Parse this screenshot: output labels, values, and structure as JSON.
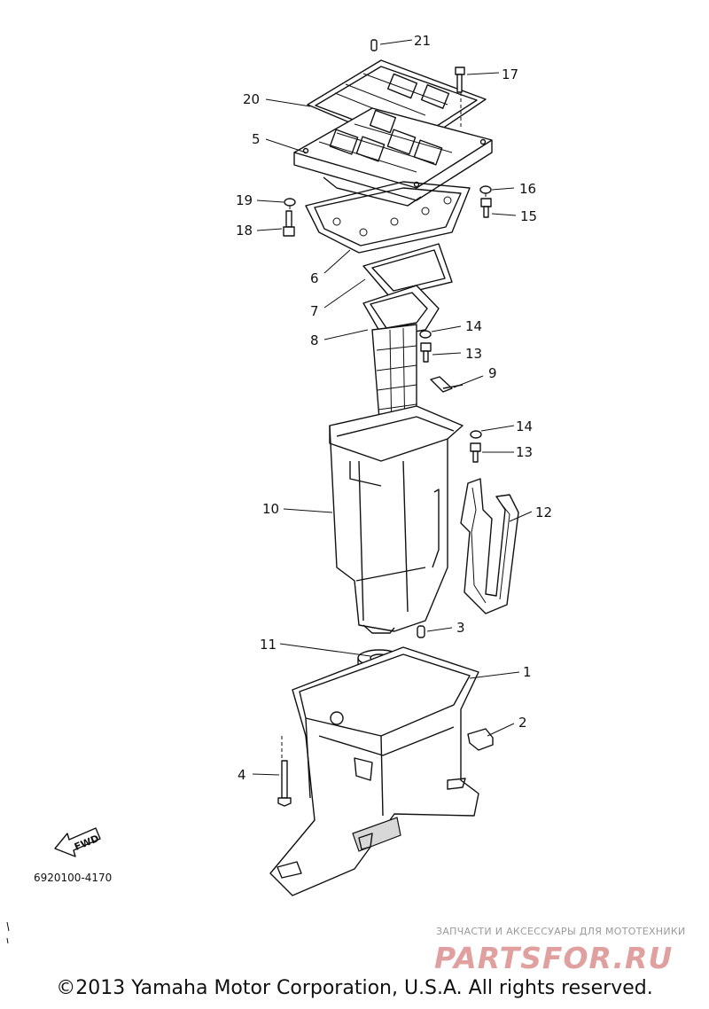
{
  "diagram": {
    "callouts": [
      {
        "id": "c21",
        "label": "21"
      },
      {
        "id": "c17",
        "label": "17"
      },
      {
        "id": "c20",
        "label": "20"
      },
      {
        "id": "c5",
        "label": "5"
      },
      {
        "id": "c19",
        "label": "19"
      },
      {
        "id": "c16",
        "label": "16"
      },
      {
        "id": "c15",
        "label": "15"
      },
      {
        "id": "c18",
        "label": "18"
      },
      {
        "id": "c6",
        "label": "6"
      },
      {
        "id": "c7",
        "label": "7"
      },
      {
        "id": "c14a",
        "label": "14"
      },
      {
        "id": "c8",
        "label": "8"
      },
      {
        "id": "c13a",
        "label": "13"
      },
      {
        "id": "c9",
        "label": "9"
      },
      {
        "id": "c14b",
        "label": "14"
      },
      {
        "id": "c13b",
        "label": "13"
      },
      {
        "id": "c10",
        "label": "10"
      },
      {
        "id": "c12",
        "label": "12"
      },
      {
        "id": "c3",
        "label": "3"
      },
      {
        "id": "c11",
        "label": "11"
      },
      {
        "id": "c1",
        "label": "1"
      },
      {
        "id": "c2",
        "label": "2"
      },
      {
        "id": "c4",
        "label": "4"
      }
    ],
    "fwd_label": "FWD",
    "diagram_code": "6920100-4170"
  },
  "watermark": {
    "tagline": "ЗАПЧАСТИ И АКСЕССУАРЫ ДЛЯ МОТОТЕХНИКИ",
    "logo_text": "PARTSFOR.RU",
    "color": "#e0a0a0"
  },
  "footer": {
    "copyright": "©2013 Yamaha Motor Corporation, U.S.A. All rights reserved."
  }
}
